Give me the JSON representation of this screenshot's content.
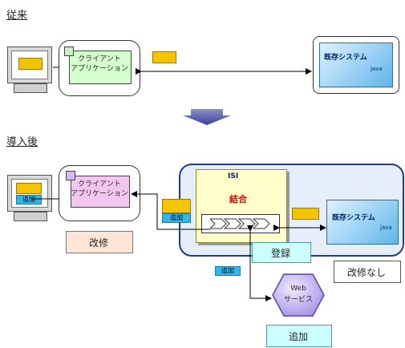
{
  "before": {
    "heading": "従来",
    "client_label": "クライアント\nアプリケーション",
    "system_title": "既存システム",
    "system_sub": "java"
  },
  "after": {
    "heading": "導入後",
    "client_label": "クライアント\nアプリケーション",
    "screen_tag": "追加",
    "message_tag": "追加",
    "isi_title": "ISI",
    "isi_subtitle": "結合",
    "system_title": "既存システム",
    "system_sub": "java",
    "register_label": "登録",
    "unmodified_label": "改修なし",
    "modified_label": "改修",
    "web_tag": "追加",
    "web_service_label": "Web\nサービス",
    "added_label": "追加"
  },
  "colors": {
    "yellow": "#f5c400",
    "blue_tag": "#33b5e5",
    "isi_bg": "#ffffcc",
    "pink": "#f3c6ef",
    "purple": "#b7a3ee",
    "panel": "#e6eefc"
  }
}
